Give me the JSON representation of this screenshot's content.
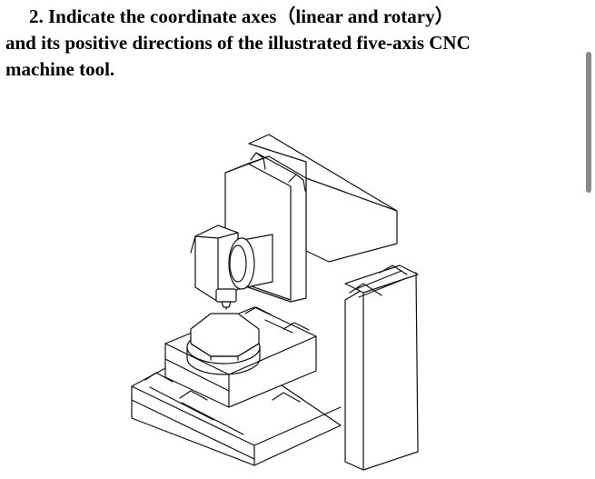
{
  "question": {
    "number": "2.",
    "line1": "Indicate the coordinate axes（linear and rotary）",
    "line2": "and its positive directions of the illustrated five-axis CNC",
    "line3": "machine tool."
  },
  "colors": {
    "ink": "#111111",
    "paper": "#ffffff",
    "scrollbar": "#8a8a8a"
  },
  "icons": {
    "scrollbar_thumb": "vertical-scrollbar-thumb"
  }
}
